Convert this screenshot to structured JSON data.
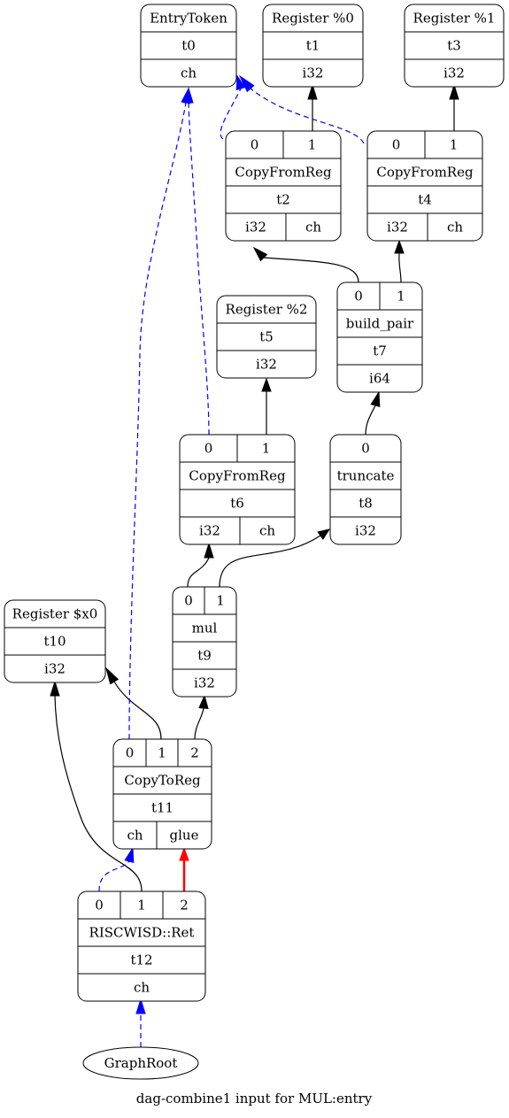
{
  "graph": {
    "caption": "dag-combine1 input for MUL:entry",
    "colors": {
      "data": "#000000",
      "chain": "#0000ff",
      "glue": "#ff0000"
    },
    "nodes": [
      {
        "id": "entry",
        "type": "record",
        "ports": [],
        "rows": [
          "EntryToken",
          "t0"
        ],
        "outs": [
          "ch"
        ]
      },
      {
        "id": "reg0",
        "type": "record",
        "ports": [],
        "rows": [
          "Register %0",
          "t1"
        ],
        "outs": [
          "i32"
        ]
      },
      {
        "id": "reg1",
        "type": "record",
        "ports": [],
        "rows": [
          "Register %1",
          "t3"
        ],
        "outs": [
          "i32"
        ]
      },
      {
        "id": "cfr2",
        "type": "record",
        "ports": [
          "0",
          "1"
        ],
        "rows": [
          "CopyFromReg",
          "t2"
        ],
        "outs": [
          "i32",
          "ch"
        ]
      },
      {
        "id": "cfr4",
        "type": "record",
        "ports": [
          "0",
          "1"
        ],
        "rows": [
          "CopyFromReg",
          "t4"
        ],
        "outs": [
          "i32",
          "ch"
        ]
      },
      {
        "id": "reg2",
        "type": "record",
        "ports": [],
        "rows": [
          "Register %2",
          "t5"
        ],
        "outs": [
          "i32"
        ]
      },
      {
        "id": "bp7",
        "type": "record",
        "ports": [
          "0",
          "1"
        ],
        "rows": [
          "build_pair",
          "t7"
        ],
        "outs": [
          "i64"
        ]
      },
      {
        "id": "cfr6",
        "type": "record",
        "ports": [
          "0",
          "1"
        ],
        "rows": [
          "CopyFromReg",
          "t6"
        ],
        "outs": [
          "i32",
          "ch"
        ]
      },
      {
        "id": "tr8",
        "type": "record",
        "ports": [
          "0"
        ],
        "rows": [
          "truncate",
          "t8"
        ],
        "outs": [
          "i32"
        ]
      },
      {
        "id": "regx0",
        "type": "record",
        "ports": [],
        "rows": [
          "Register $x0",
          "t10"
        ],
        "outs": [
          "i32"
        ]
      },
      {
        "id": "mul9",
        "type": "record",
        "ports": [
          "0",
          "1"
        ],
        "rows": [
          "mul",
          "t9"
        ],
        "outs": [
          "i32"
        ]
      },
      {
        "id": "ctr11",
        "type": "record",
        "ports": [
          "0",
          "1",
          "2"
        ],
        "rows": [
          "CopyToReg",
          "t11"
        ],
        "outs": [
          "ch",
          "glue"
        ]
      },
      {
        "id": "ret12",
        "type": "record",
        "ports": [
          "0",
          "1",
          "2"
        ],
        "rows": [
          "RISCWISD::Ret",
          "t12"
        ],
        "outs": [
          "ch"
        ]
      },
      {
        "id": "root",
        "type": "ellipse",
        "label": "GraphRoot"
      }
    ],
    "edges": [
      {
        "id": "e-cfr2-1-reg0",
        "kind": "data"
      },
      {
        "id": "e-cfr4-1-reg1",
        "kind": "data"
      },
      {
        "id": "e-cfr2-0-entry",
        "kind": "chain"
      },
      {
        "id": "e-cfr4-0-entry",
        "kind": "chain"
      },
      {
        "id": "e-bp7-0-cfr2",
        "kind": "data"
      },
      {
        "id": "e-bp7-1-cfr4",
        "kind": "data"
      },
      {
        "id": "e-cfr6-1-reg2",
        "kind": "data"
      },
      {
        "id": "e-cfr6-0-entry",
        "kind": "chain"
      },
      {
        "id": "e-tr8-0-bp7",
        "kind": "data"
      },
      {
        "id": "e-mul9-0-cfr6",
        "kind": "data"
      },
      {
        "id": "e-mul9-1-tr8",
        "kind": "data"
      },
      {
        "id": "e-ctr11-1-regx0",
        "kind": "data"
      },
      {
        "id": "e-ctr11-2-mul9",
        "kind": "data"
      },
      {
        "id": "e-ctr11-0-entry",
        "kind": "chain"
      },
      {
        "id": "e-ret12-1-regx0",
        "kind": "data"
      },
      {
        "id": "e-ret12-0-ctr11",
        "kind": "chain"
      },
      {
        "id": "e-ret12-2-ctr11",
        "kind": "glue"
      },
      {
        "id": "e-root-ret12",
        "kind": "chain"
      }
    ]
  }
}
